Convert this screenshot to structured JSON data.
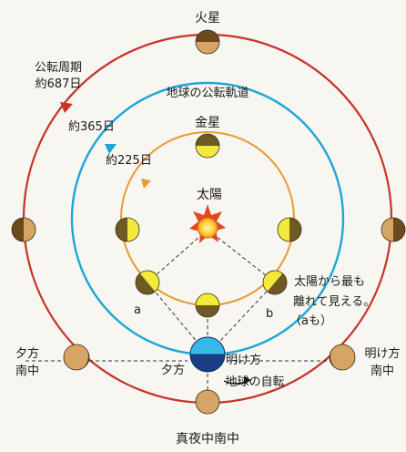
{
  "labels": {
    "mars": "火星",
    "mars_period_title": "公転周期",
    "mars_period": "約687日",
    "earth_period": "約365日",
    "venus_period": "約225日",
    "earth_orbit": "地球の公転軌道",
    "venus": "金星",
    "sun": "太陽",
    "elong_line1": "太陽から最も",
    "elong_line2": "離れて見える。",
    "elong_line3": "（aも）",
    "mark_a": "a",
    "mark_b": "b",
    "evening_transit_1": "夕方",
    "evening_transit_2": "南中",
    "morning_transit_1": "明け方",
    "morning_transit_2": "南中",
    "evening": "夕方",
    "morning": "明け方",
    "rotation": "地球の自転",
    "midnight_transit": "真夜中南中"
  },
  "colors": {
    "mars_orbit": "#c8322a",
    "earth_orbit": "#1ea6d6",
    "venus_orbit": "#e59b2e",
    "venus_lit": "#f2ea3a",
    "venus_dark": "#6e5a22",
    "mars_lit": "#d6a566",
    "mars_dark": "#6b4a1e",
    "earth_day": "#35b9e8",
    "earth_night": "#1a3d86",
    "sun_core": "#ffd23a",
    "sun_rays": "#e8461e"
  }
}
